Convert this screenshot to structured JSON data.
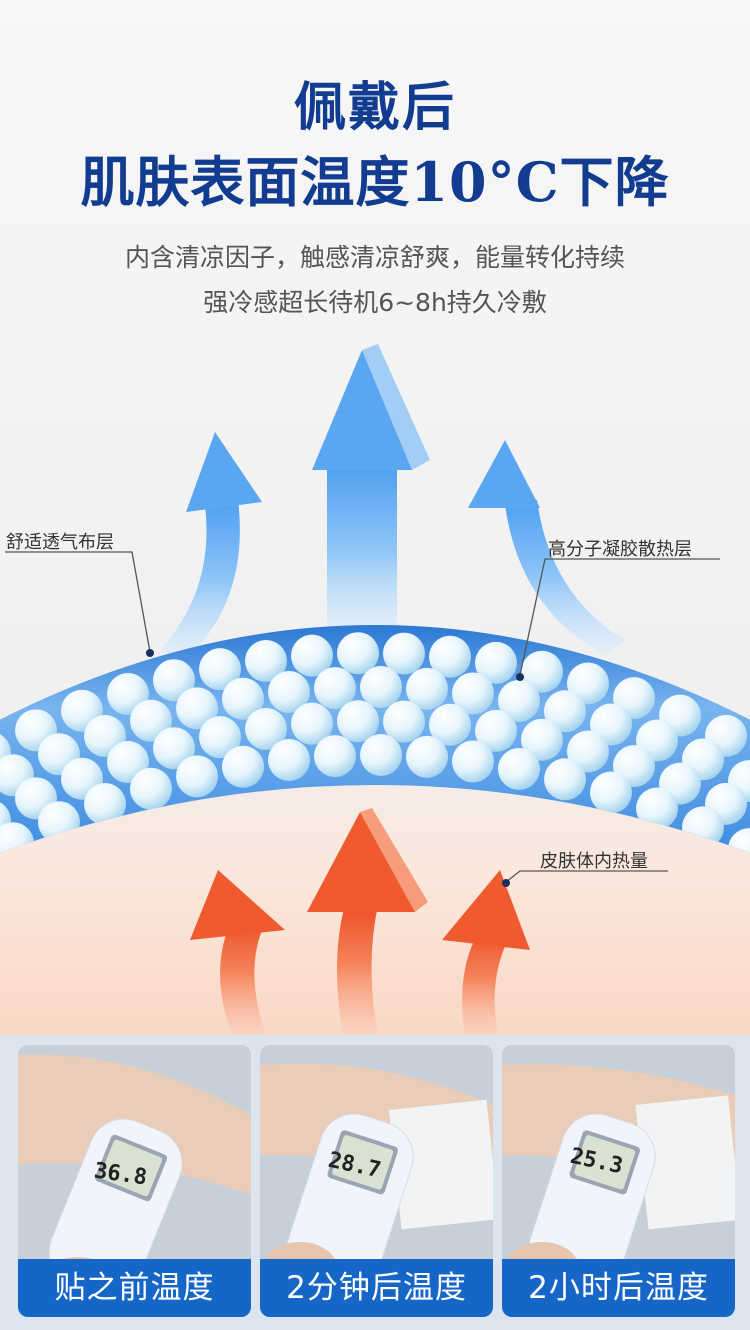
{
  "heading": {
    "line1": "佩戴后",
    "line2": "肌肤表面温度10°C下降"
  },
  "subtitle": {
    "line1": "内含清凉因子，触感清凉舒爽，能量转化持续",
    "line2": "强冷感超长待机6~8h持久冷敷"
  },
  "diagram": {
    "label_fabric": "舒适透气布层",
    "label_gel": "高分子凝胶散热层",
    "label_skin": "皮肤体内热量",
    "colors": {
      "cool": "#5ea8ee",
      "warm": "#f0603a",
      "band": "#2f7ed8"
    }
  },
  "comparison": {
    "cards": [
      {
        "reading": "36.8",
        "caption": "贴之前温度"
      },
      {
        "reading": "28.7",
        "caption": "2分钟后温度"
      },
      {
        "reading": "25.3",
        "caption": "2小时后温度"
      }
    ]
  }
}
